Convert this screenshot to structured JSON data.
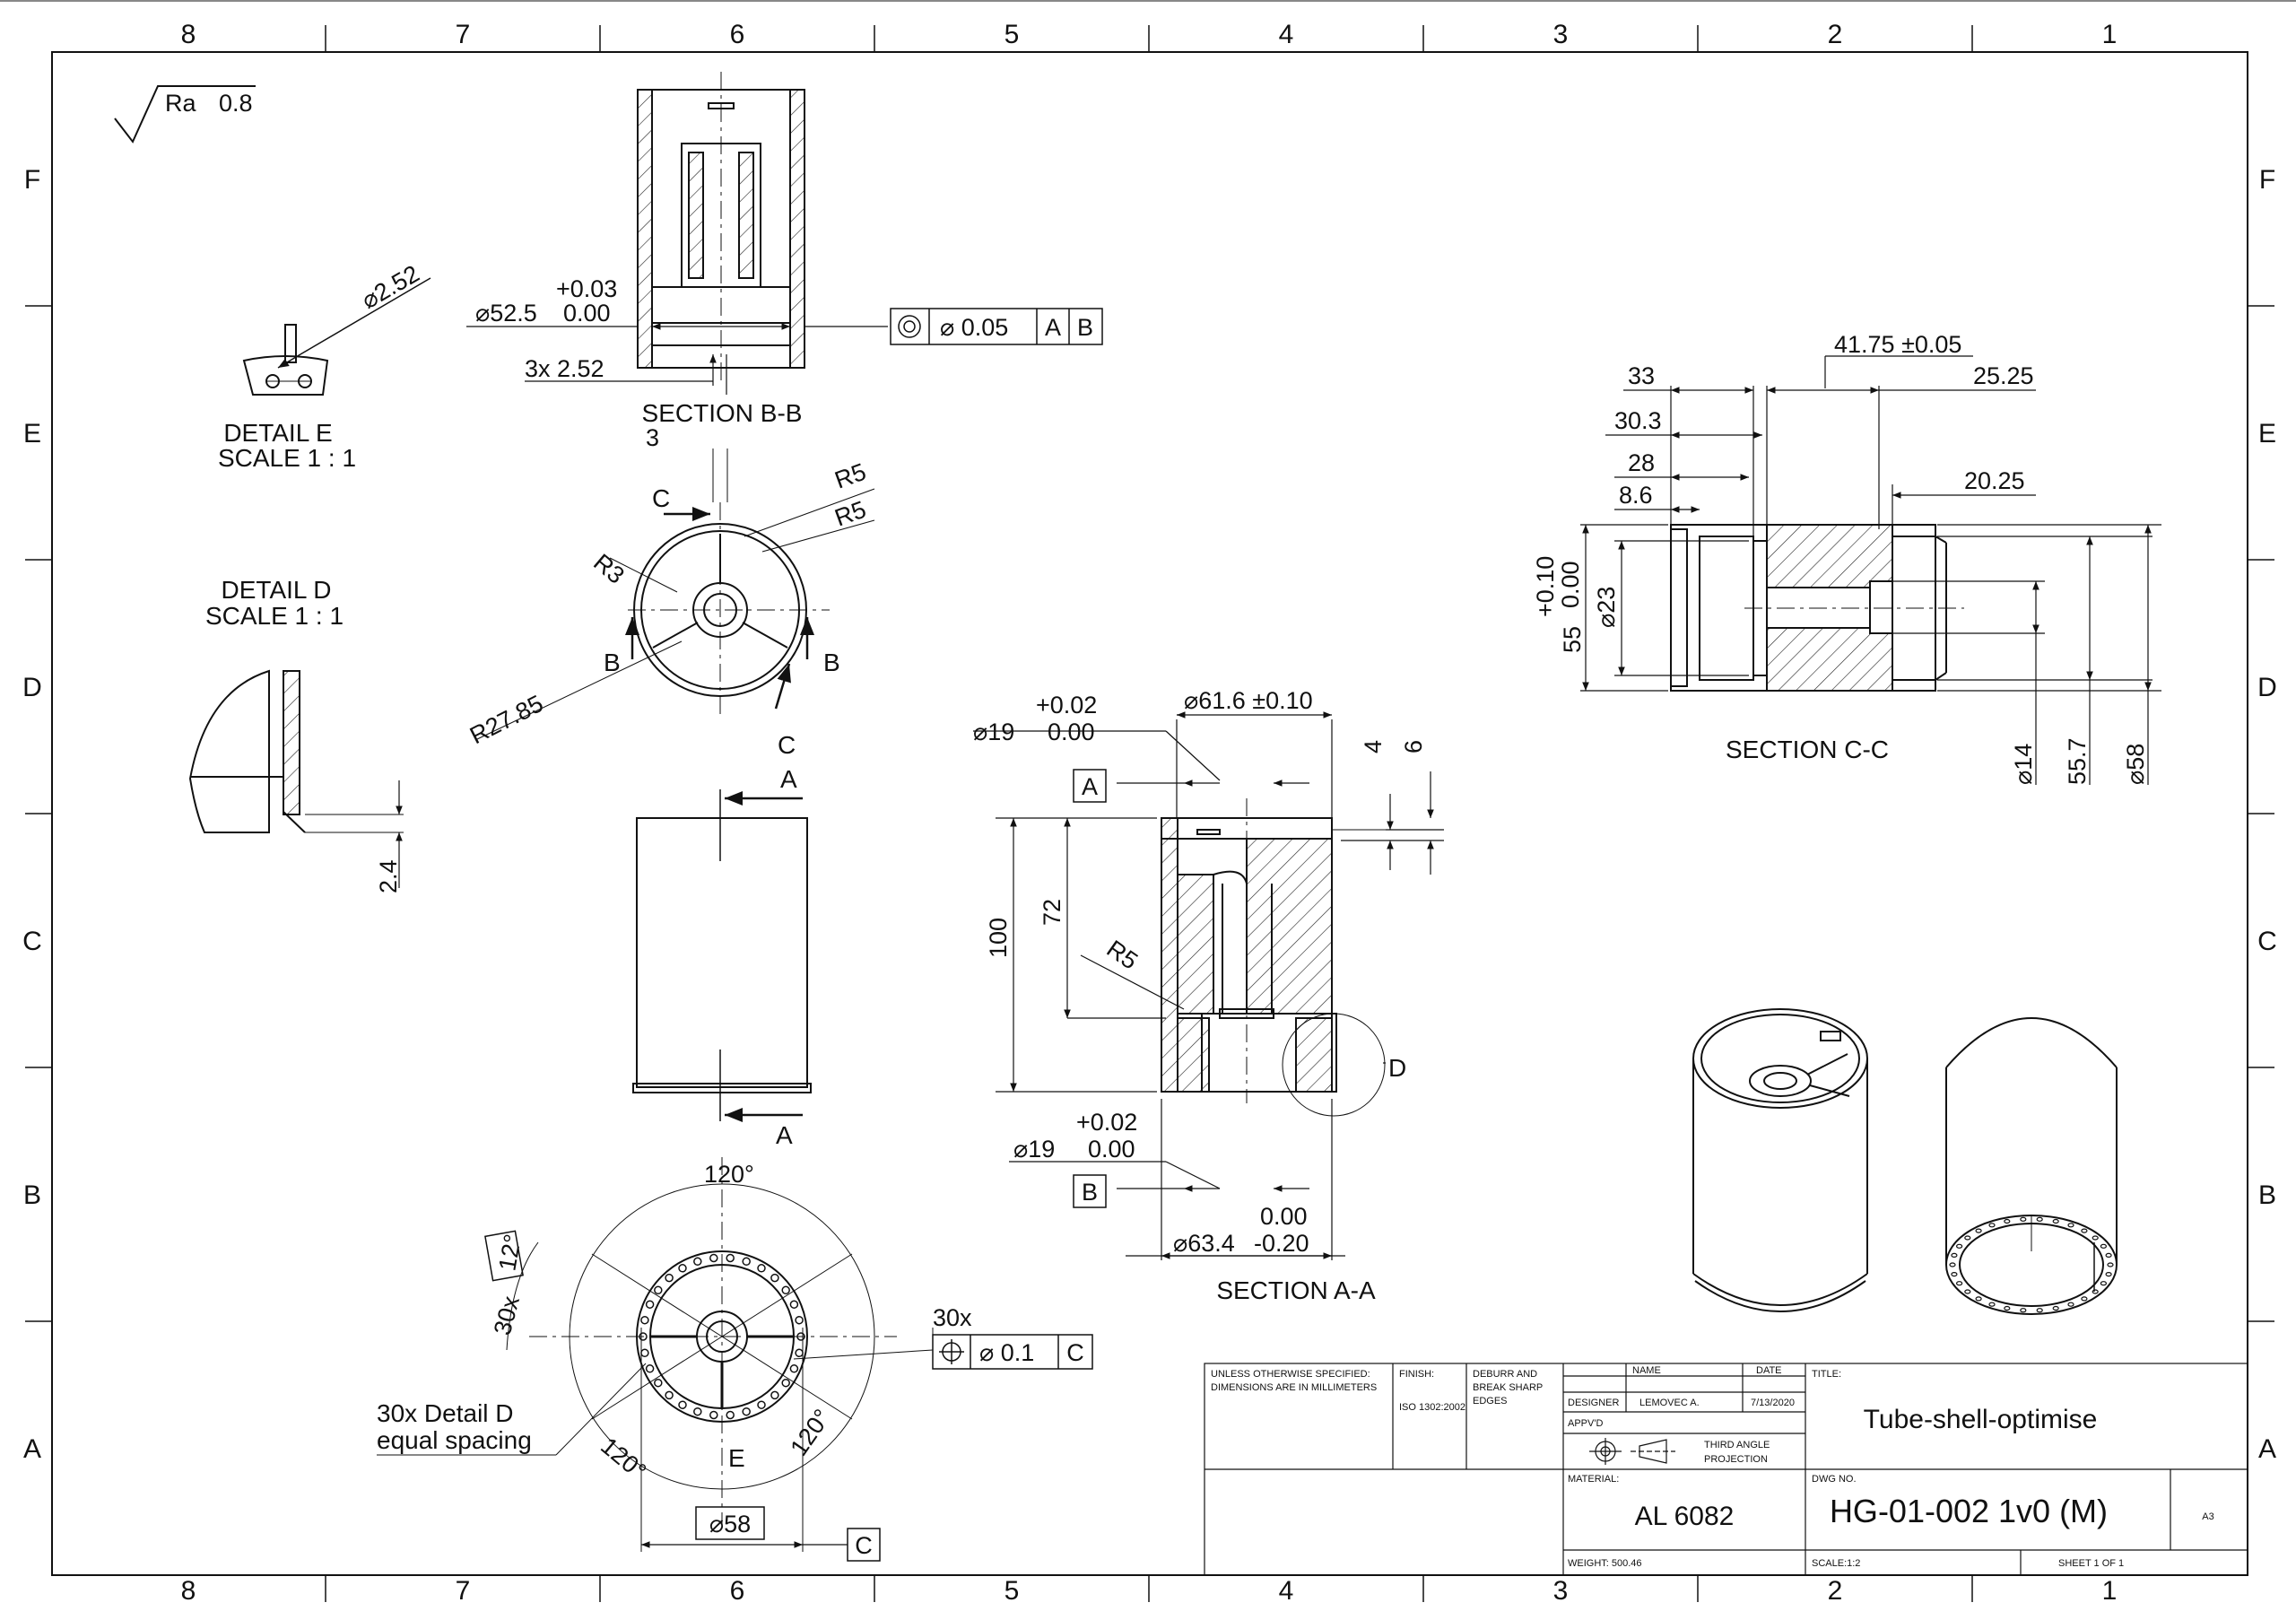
{
  "border": {
    "columns": [
      "8",
      "7",
      "6",
      "5",
      "4",
      "3",
      "2",
      "1"
    ],
    "rows": [
      "F",
      "E",
      "D",
      "C",
      "B",
      "A"
    ]
  },
  "surface_finish": {
    "label": "Ra",
    "value": "0.8"
  },
  "views": {
    "detail_e": {
      "title": "DETAIL E",
      "scale": "SCALE 1 : 1",
      "dim_hole": "⌀2.52"
    },
    "detail_d": {
      "title": "DETAIL D",
      "scale": "SCALE 1 : 1",
      "dim_height": "2.4"
    },
    "section_bb": {
      "title": "SECTION B-B",
      "dim_bore": "⌀52.5",
      "tol_upper": "+0.03",
      "tol_lower": "0.00",
      "dim_holes": "3x 2.52",
      "fcf": {
        "symbol": "◎",
        "tol": "⌀ 0.05",
        "datum1": "A",
        "datum2": "B"
      }
    },
    "top_view": {
      "dim_width": "3",
      "r5a": "R5",
      "r5b": "R5",
      "r3": "R3",
      "r2785": "R27.85",
      "cut_c_top": "C",
      "cut_c_bottom": "C",
      "cut_b_left": "B",
      "cut_b_right": "B"
    },
    "front_view": {
      "cut_a_top": "A",
      "cut_a_bottom": "A"
    },
    "bottom_view": {
      "angle_top": "120°",
      "angle_left": "120°",
      "angle_right": "120°",
      "pattern_count": "30x",
      "pattern_angle": "12°",
      "note_line1": "30x Detail D",
      "note_line2": "equal spacing",
      "detail_e_ref": "E",
      "dim_dia": "⌀58",
      "datum_c": "C",
      "fcf_count": "30x",
      "fcf": {
        "symbol": "⊕",
        "tol": "⌀ 0.1",
        "datum": "C"
      }
    },
    "section_aa": {
      "title": "SECTION A-A",
      "dim_top_dia": "⌀61.6 ±0.10",
      "dim_hole_top": "⌀19",
      "tol_top_upper": "+0.02",
      "tol_top_lower": "0.00",
      "dim_hole_bottom": "⌀19",
      "tol_bot_upper": "+0.02",
      "tol_bot_lower": "0.00",
      "dim_bottom_dia": "⌀63.4",
      "tol_bottom_upper": "0.00",
      "tol_bottom_lower": "-0.20",
      "dim_height": "100",
      "dim_inner": "72",
      "dim_r5": "R5",
      "dim_4": "4",
      "dim_6": "6",
      "datum_a": "A",
      "datum_b": "B",
      "detail_d_ref": "D"
    },
    "section_cc": {
      "title": "SECTION C-C",
      "dim_4175": "41.75 ±0.05",
      "dim_33": "33",
      "dim_2525": "25.25",
      "dim_303": "30.3",
      "dim_28": "28",
      "dim_86": "8.6",
      "dim_2025": "20.25",
      "tol_upper": "+0.10",
      "tol_lower": "0.00",
      "dim_55": "55",
      "dim_23": "⌀23",
      "dim_14": "⌀14",
      "dim_557": "55.7",
      "dim_58": "⌀58"
    }
  },
  "title_block": {
    "notes_line1": "UNLESS OTHERWISE SPECIFIED:",
    "notes_line2": "DIMENSIONS ARE IN MILLIMETERS",
    "finish_label": "FINISH:",
    "finish_value": "ISO 1302:2002",
    "deburr_line1": "DEBURR AND",
    "deburr_line2": "BREAK SHARP",
    "deburr_line3": "EDGES",
    "name_header": "NAME",
    "date_header": "DATE",
    "designer_label": "DESIGNER",
    "designer_name": "LEMOVEC A.",
    "designer_date": "7/13/2020",
    "appvd_label": "APPV'D",
    "projection_line1": "THIRD ANGLE",
    "projection_line2": "PROJECTION",
    "material_label": "MATERIAL:",
    "material_value": "AL 6082",
    "weight_label": "WEIGHT: 500.46",
    "title_label": "TITLE:",
    "title_value": "Tube-shell-optimise",
    "dwg_label": "DWG NO.",
    "dwg_value": "HG-01-002 1v0 (M)",
    "size": "A3",
    "scale_label": "SCALE:1:2",
    "sheet_label": "SHEET 1 OF 1"
  }
}
